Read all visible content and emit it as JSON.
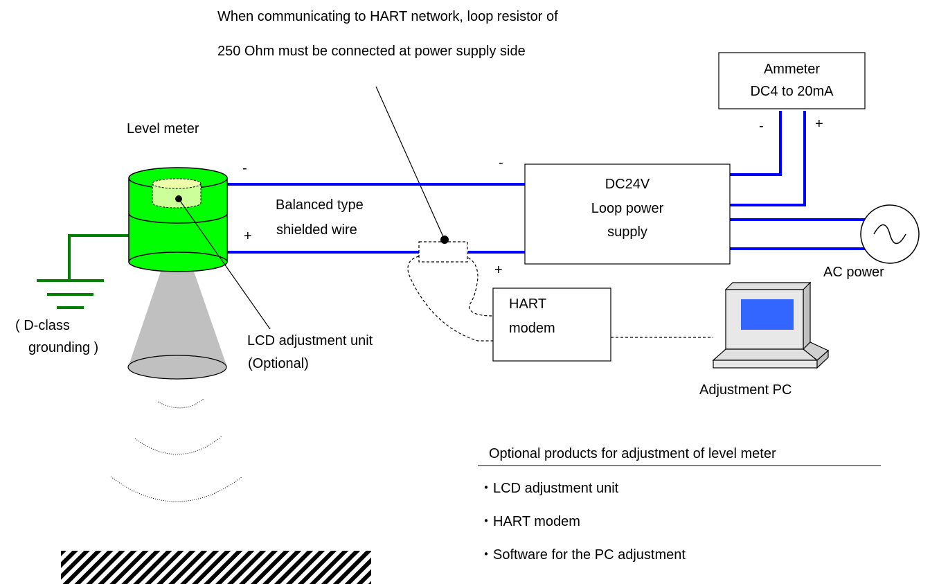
{
  "note": {
    "line1": "When communicating to HART network, loop resistor of",
    "line2": "250 Ohm must be connected at power supply side"
  },
  "level_meter": {
    "label": "Level meter"
  },
  "lcd_unit": {
    "label_line1": "LCD adjustment unit",
    "label_line2": "(Optional)"
  },
  "grounding": {
    "label_line1": "( D-class",
    "label_line2": "grounding )"
  },
  "wire": {
    "label_line1": "Balanced type",
    "label_line2": "shielded wire",
    "minus_meter": "-",
    "plus_meter": "+",
    "minus_supply": "-",
    "plus_supply": "+"
  },
  "power_supply": {
    "line1": "DC24V",
    "line2": "Loop power",
    "line3": "supply"
  },
  "ammeter": {
    "line1": "Ammeter",
    "line2": "DC4 to 20mA",
    "minus": "-",
    "plus": "+"
  },
  "ac_power": {
    "label": "AC power"
  },
  "hart_modem": {
    "line1": "HART",
    "line2": "modem"
  },
  "pc": {
    "label": "Adjustment PC"
  },
  "options": {
    "heading": "Optional products for adjustment of level meter",
    "items": [
      "・LCD adjustment unit",
      "・HART modem",
      "・Software for the PC adjustment"
    ]
  },
  "colors": {
    "wire_blue": "#0000FF",
    "ground_green": "#008000",
    "meter_green": "#00FF00",
    "horn_gray": "#C0C0C0",
    "screen_blue": "#3366FF"
  }
}
